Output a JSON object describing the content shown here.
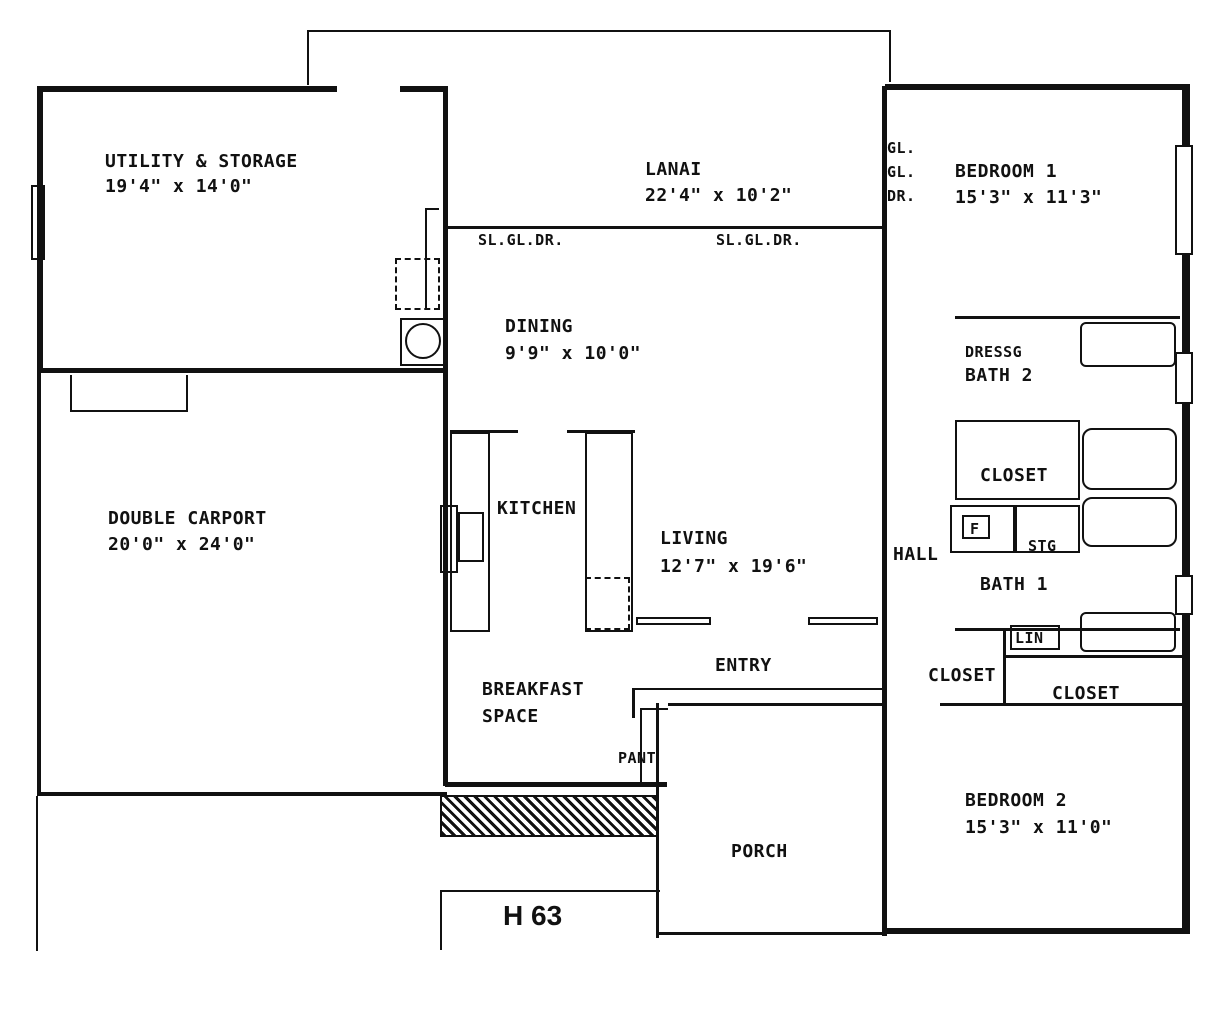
{
  "plan_code": "H 63",
  "rooms": {
    "utility": {
      "name": "UTILITY & STORAGE",
      "size": "19'4\" x 14'0\""
    },
    "lanai": {
      "name": "LANAI",
      "size": "22'4\" x 10'2\""
    },
    "bedroom1": {
      "name": "BEDROOM 1",
      "size": "15'3\" x 11'3\""
    },
    "dining": {
      "name": "DINING",
      "size": "9'9\" x 10'0\""
    },
    "carport": {
      "name": "DOUBLE CARPORT",
      "size": "20'0\" x 24'0\""
    },
    "kitchen": {
      "name": "KITCHEN"
    },
    "living": {
      "name": "LIVING",
      "size": "12'7\" x 19'6\""
    },
    "hall": {
      "name": "HALL"
    },
    "bath1": {
      "name": "BATH 1"
    },
    "bath2": {
      "name": "BATH 2"
    },
    "dressg": {
      "name": "DRESSG"
    },
    "closet_bath": {
      "name": "CLOSET"
    },
    "stg": {
      "name": "STG"
    },
    "lin": {
      "name": "LIN"
    },
    "entry": {
      "name": "ENTRY"
    },
    "closet_entry": {
      "name": "CLOSET"
    },
    "closet_bed2": {
      "name": "CLOSET"
    },
    "breakfast": {
      "name": "BREAKFAST\nSPACE"
    },
    "pantry": {
      "name": "PANT"
    },
    "bedroom2": {
      "name": "BEDROOM 2",
      "size": "15'3\" x 11'0\""
    },
    "porch": {
      "name": "PORCH"
    }
  },
  "door_labels": {
    "sliding_left": "SL.GL.DR.",
    "sliding_right": "SL.GL.DR.",
    "bed1_door": "GL.\nGL.\nDR.",
    "furnace": "F"
  }
}
